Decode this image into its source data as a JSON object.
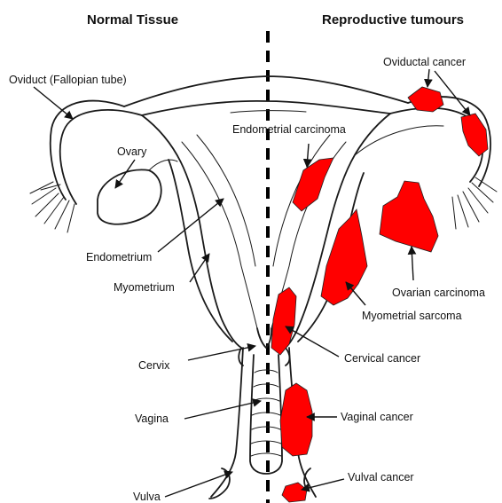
{
  "headings": {
    "left": "Normal Tissue",
    "right": "Reproductive tumours"
  },
  "normal_labels": {
    "oviduct": "Oviduct (Fallopian tube)",
    "ovary": "Ovary",
    "endometrium": "Endometrium",
    "myometrium": "Myometrium",
    "cervix": "Cervix",
    "vagina": "Vagina",
    "vulva": "Vulva"
  },
  "tumour_labels": {
    "oviductal": "Oviductal cancer",
    "endometrial": "Endometrial carcinoma",
    "ovarian": "Ovarian carcinoma",
    "myometrial": "Myometrial sarcoma",
    "cervical": "Cervical cancer",
    "vaginal": "Vaginal cancer",
    "vulval": "Vulval cancer"
  },
  "colors": {
    "tumour": "#ff0000",
    "outline": "#1a1a1a",
    "divider": "#000000"
  }
}
